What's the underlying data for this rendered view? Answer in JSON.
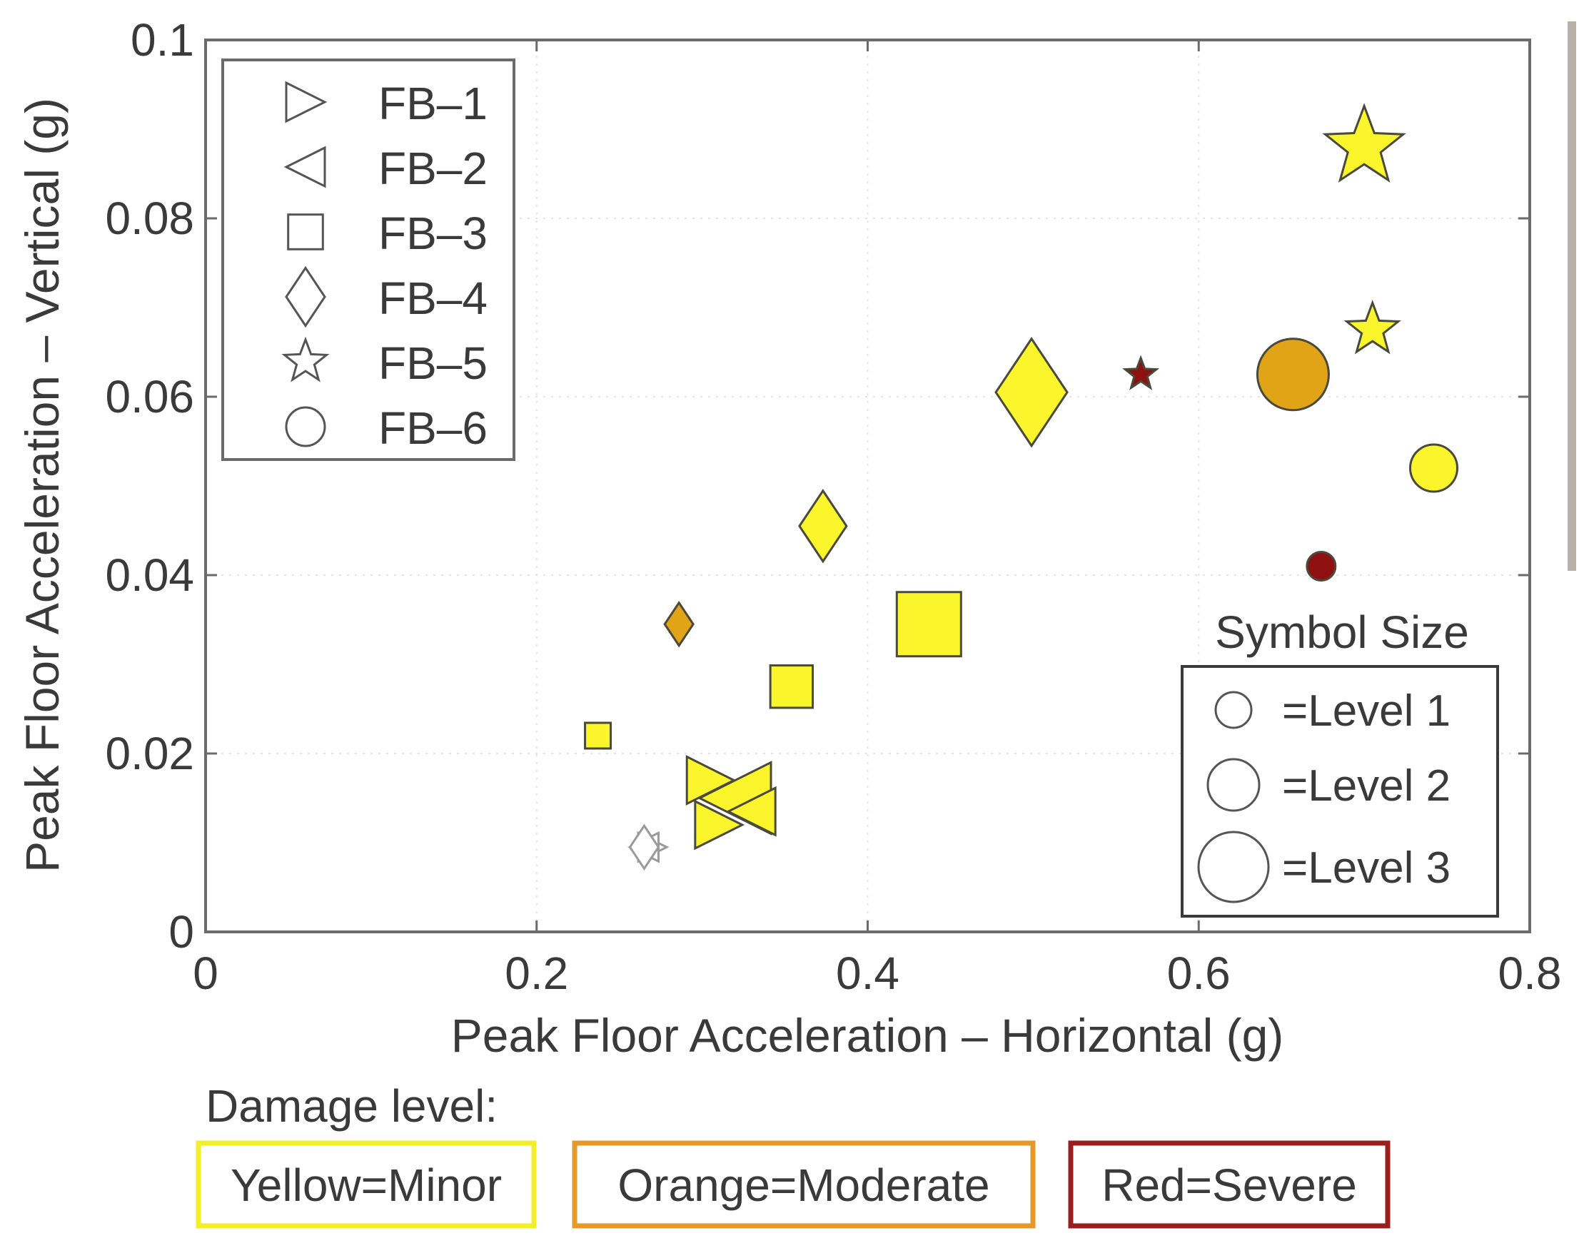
{
  "chart_data": {
    "type": "scatter",
    "xlabel": "Peak Floor Acceleration – Horizontal (g)",
    "ylabel": "Peak Floor Acceleration – Vertical (g)",
    "xlim": [
      0,
      0.8
    ],
    "ylim": [
      0,
      0.1
    ],
    "xticks": [
      "0",
      "0.2",
      "0.4",
      "0.6",
      "0.8"
    ],
    "yticks": [
      "0",
      "0.02",
      "0.04",
      "0.06",
      "0.08",
      "0.1"
    ],
    "xtick_values": [
      0,
      0.2,
      0.4,
      0.6,
      0.8
    ],
    "ytick_values": [
      0,
      0.02,
      0.04,
      0.06,
      0.08,
      0.1
    ],
    "grid": true,
    "legend_position": "top-left",
    "legend": [
      {
        "label": "FB–1",
        "marker": "triangle-right"
      },
      {
        "label": "FB–2",
        "marker": "triangle-left"
      },
      {
        "label": "FB–3",
        "marker": "square"
      },
      {
        "label": "FB–4",
        "marker": "diamond"
      },
      {
        "label": "FB–5",
        "marker": "star"
      },
      {
        "label": "FB–6",
        "marker": "circle"
      }
    ],
    "size_legend": {
      "title": "Symbol Size",
      "position": "bottom-right",
      "items": [
        {
          "label": "=Level 1",
          "level": 1
        },
        {
          "label": "=Level 2",
          "level": 2
        },
        {
          "label": "=Level 3",
          "level": 3
        }
      ]
    },
    "damage_legend": {
      "title": "Damage level:",
      "items": [
        {
          "label": "Yellow=Minor",
          "color": "#f3ee2a"
        },
        {
          "label": "Orange=Moderate",
          "color": "#e39a2a"
        },
        {
          "label": "Red=Severe",
          "color": "#9a1f1f"
        }
      ]
    },
    "colors": {
      "minor": "#fbf52c",
      "moderate": "#e2a417",
      "severe": "#8f1010",
      "none": "#ffffff"
    },
    "points": [
      {
        "series": "FB–1",
        "marker": "triangle-right",
        "x": 0.305,
        "y": 0.017,
        "level": 2,
        "damage": "minor"
      },
      {
        "series": "FB–1",
        "marker": "triangle-right",
        "x": 0.31,
        "y": 0.012,
        "level": 2,
        "damage": "minor"
      },
      {
        "series": "FB–1",
        "marker": "triangle-right",
        "x": 0.27,
        "y": 0.0095,
        "level": 1,
        "damage": "none"
      },
      {
        "series": "FB–2",
        "marker": "triangle-left",
        "x": 0.32,
        "y": 0.015,
        "level": 3,
        "damage": "minor"
      },
      {
        "series": "FB–2",
        "marker": "triangle-left",
        "x": 0.33,
        "y": 0.0135,
        "level": 2,
        "damage": "minor"
      },
      {
        "series": "FB–2",
        "marker": "triangle-left",
        "x": 0.265,
        "y": 0.0095,
        "level": 1,
        "damage": "none"
      },
      {
        "series": "FB–3",
        "marker": "square",
        "x": 0.237,
        "y": 0.022,
        "level": 1,
        "damage": "minor"
      },
      {
        "series": "FB–3",
        "marker": "square",
        "x": 0.354,
        "y": 0.0275,
        "level": 2,
        "damage": "minor"
      },
      {
        "series": "FB–3",
        "marker": "square",
        "x": 0.437,
        "y": 0.0345,
        "level": 3,
        "damage": "minor"
      },
      {
        "series": "FB–4",
        "marker": "diamond",
        "x": 0.286,
        "y": 0.0345,
        "level": 1,
        "damage": "moderate"
      },
      {
        "series": "FB–4",
        "marker": "diamond",
        "x": 0.373,
        "y": 0.0455,
        "level": 2,
        "damage": "minor"
      },
      {
        "series": "FB–4",
        "marker": "diamond",
        "x": 0.499,
        "y": 0.0605,
        "level": 3,
        "damage": "minor"
      },
      {
        "series": "FB–4",
        "marker": "diamond",
        "x": 0.265,
        "y": 0.0095,
        "level": 1,
        "damage": "none"
      },
      {
        "series": "FB–5",
        "marker": "star",
        "x": 0.565,
        "y": 0.0625,
        "level": 1,
        "damage": "severe"
      },
      {
        "series": "FB–5",
        "marker": "star",
        "x": 0.705,
        "y": 0.0675,
        "level": 2,
        "damage": "minor"
      },
      {
        "series": "FB–5",
        "marker": "star",
        "x": 0.7,
        "y": 0.088,
        "level": 3,
        "damage": "minor"
      },
      {
        "series": "FB–6",
        "marker": "circle",
        "x": 0.657,
        "y": 0.0625,
        "level": 3,
        "damage": "moderate"
      },
      {
        "series": "FB–6",
        "marker": "circle",
        "x": 0.742,
        "y": 0.052,
        "level": 2,
        "damage": "minor"
      },
      {
        "series": "FB–6",
        "marker": "circle",
        "x": 0.674,
        "y": 0.041,
        "level": 1,
        "damage": "severe"
      }
    ]
  }
}
